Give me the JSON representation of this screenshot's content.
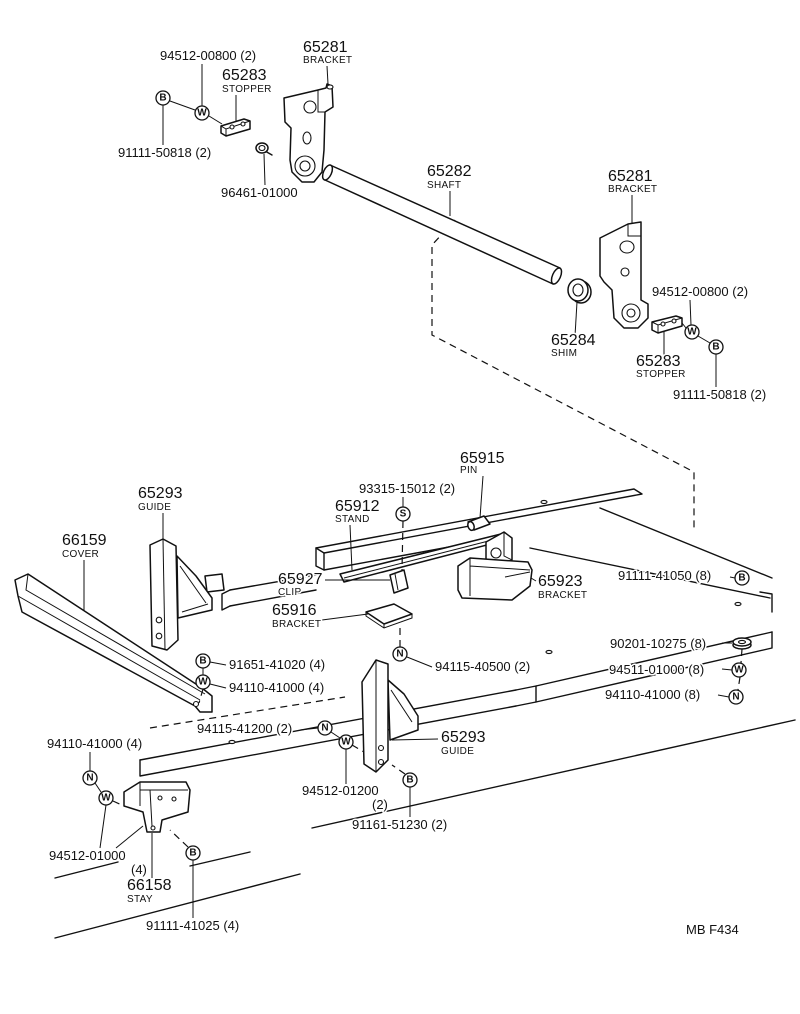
{
  "callouts": [
    {
      "part_no": "65281",
      "name": "BRACKET"
    },
    {
      "part_no": "94512-00800 (2)"
    },
    {
      "part_no": "65283",
      "name": "STOPPER"
    },
    {
      "part_no": "91111-50818 (2)"
    },
    {
      "part_no": "96461-01000"
    },
    {
      "part_no": "65282",
      "name": "SHAFT"
    },
    {
      "part_no": "65281",
      "name": "BRACKET"
    },
    {
      "part_no": "94512-00800 (2)"
    },
    {
      "part_no": "65284",
      "name": "SHIM"
    },
    {
      "part_no": "65283",
      "name": "STOPPER"
    },
    {
      "part_no": "91111-50818 (2)"
    },
    {
      "part_no": "65915",
      "name": "PIN"
    },
    {
      "part_no": "93315-15012 (2)"
    },
    {
      "part_no": "65912",
      "name": "STAND"
    },
    {
      "part_no": "65293",
      "name": "GUIDE"
    },
    {
      "part_no": "66159",
      "name": "COVER"
    },
    {
      "part_no": "65927",
      "name": "CLIP"
    },
    {
      "part_no": "65923",
      "name": "BRACKET"
    },
    {
      "part_no": "91111-41050 (8)"
    },
    {
      "part_no": "65916",
      "name": "BRACKET"
    },
    {
      "part_no": "94115-40500 (2)"
    },
    {
      "part_no": "90201-10275 (8)"
    },
    {
      "part_no": "94511-01000 (8)"
    },
    {
      "part_no": "91651-41020 (4)"
    },
    {
      "part_no": "94110-41000 (4)"
    },
    {
      "part_no": "94110-41000 (8)"
    },
    {
      "part_no": "94115-41200 (2)"
    },
    {
      "part_no": "65293",
      "name": "GUIDE"
    },
    {
      "part_no": "94110-41000 (4)"
    },
    {
      "part_no": "94512-01200",
      "qty": "(2)"
    },
    {
      "part_no": "91161-51230 (2)"
    },
    {
      "part_no": "94512-01000",
      "qty": "(4)"
    },
    {
      "part_no": "66158",
      "name": "STAY"
    },
    {
      "part_no": "91111-41025 (4)"
    }
  ],
  "markers": {
    "bolt": "B",
    "washer": "W",
    "nut": "N",
    "screw": "S"
  },
  "footer_code": "MB F434"
}
